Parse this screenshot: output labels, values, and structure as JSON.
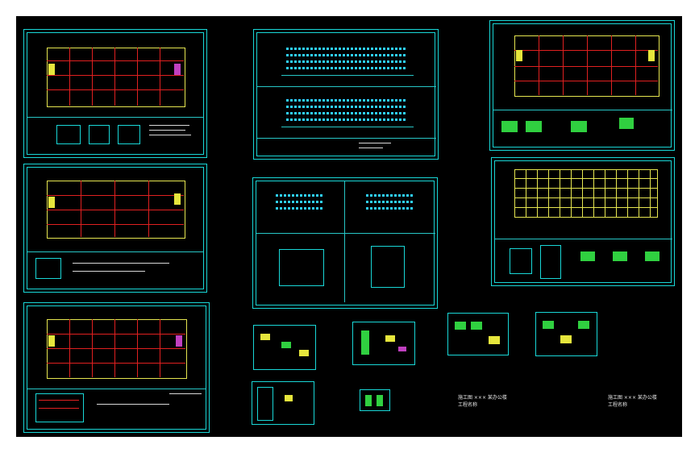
{
  "viewer": {
    "title": "",
    "background": "#000000",
    "frame_color": "#19d7d7",
    "grid_color": "#e02020",
    "dimension_color": "#30d040",
    "window_color": "#2fd0ff"
  },
  "sheets": [
    {
      "name": "floor-plan-1",
      "kind": "floor-plan"
    },
    {
      "name": "floor-plan-2",
      "kind": "floor-plan"
    },
    {
      "name": "floor-plan-3",
      "kind": "floor-plan"
    },
    {
      "name": "elevations-main",
      "kind": "elevation"
    },
    {
      "name": "elevations-sections",
      "kind": "elevation"
    },
    {
      "name": "floor-plan-4",
      "kind": "floor-plan"
    },
    {
      "name": "roof-plan",
      "kind": "roof-plan"
    },
    {
      "name": "stair-detail-1",
      "kind": "detail"
    },
    {
      "name": "stair-detail-2",
      "kind": "detail"
    },
    {
      "name": "door-window-1",
      "kind": "detail"
    },
    {
      "name": "door-window-2",
      "kind": "detail"
    },
    {
      "name": "stair-detail-3",
      "kind": "detail"
    },
    {
      "name": "small-detail",
      "kind": "detail"
    }
  ],
  "stamps": {
    "left_line1": "施工图 ××× 某办公楼",
    "left_line2": "工程名称",
    "right_line1": "施工图 ××× 某办公楼",
    "right_line2": "工程名称"
  }
}
